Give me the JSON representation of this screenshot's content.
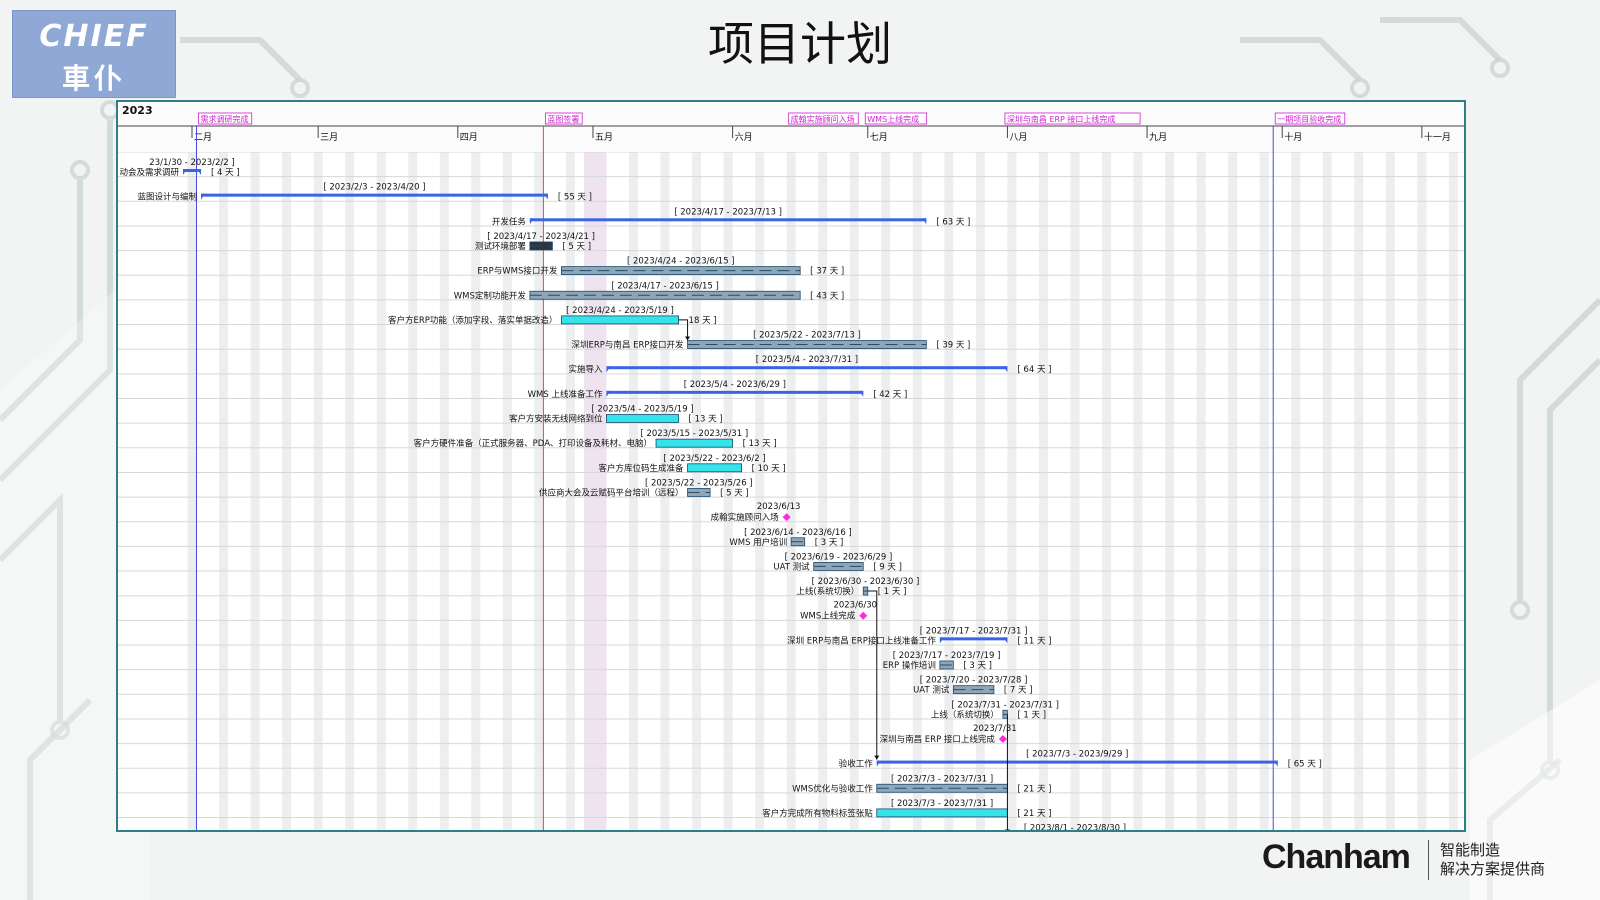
{
  "slide": {
    "title": "项目计划"
  },
  "logo": {
    "top_text": "CHIEF",
    "bottom_text": "車仆"
  },
  "brand": {
    "name": "Chanham",
    "tagline1": "智能制造",
    "tagline2": "解决方案提供商"
  },
  "colors": {
    "frame": "#2f7f86",
    "blue": "#3a64e8",
    "gray": "#8fa5b8",
    "cyan": "#35e3e8",
    "milestone": "#ff2bd6",
    "today": "#e84646",
    "label": "#d01fd0"
  },
  "gantt": {
    "year": "2023",
    "months": [
      "二月",
      "三月",
      "四月",
      "五月",
      "六月",
      "七月",
      "八月",
      "九月",
      "十月",
      "十一月"
    ],
    "milestone_labels": [
      "需求调研完成",
      "蓝图签署",
      "成翰实施顾问入场",
      "WMS上线完成",
      "深圳与南昌 ERP 接口上线完成",
      "一期项目验收完成"
    ],
    "tasks": [
      {
        "name": "动会及需求调研",
        "range": "23/1/30 - 2023/2/2 ]",
        "start": "2023-01-30",
        "end": "2023-02-02",
        "dur": "[ 4 天 ]",
        "type": "summary"
      },
      {
        "name": "蓝图设计与编制",
        "range": "[ 2023/2/3 - 2023/4/20 ]",
        "start": "2023-02-03",
        "end": "2023-04-20",
        "dur": "[ 55 天 ]",
        "type": "summary"
      },
      {
        "name": "开发任务",
        "range": "[ 2023/4/17 - 2023/7/13 ]",
        "start": "2023-04-17",
        "end": "2023-07-13",
        "dur": "[ 63 天 ]",
        "type": "summary"
      },
      {
        "name": "测试环境部署",
        "range": "[ 2023/4/17 - 2023/4/21 ]",
        "start": "2023-04-17",
        "end": "2023-04-21",
        "dur": "[ 5 天 ]",
        "type": "dark"
      },
      {
        "name": "ERP与WMS接口开发",
        "range": "[ 2023/4/24 - 2023/6/15 ]",
        "start": "2023-04-24",
        "end": "2023-06-15",
        "dur": "[ 37 天 ]",
        "type": "gray"
      },
      {
        "name": "WMS定制功能开发",
        "range": "[ 2023/4/17 - 2023/6/15 ]",
        "start": "2023-04-17",
        "end": "2023-06-15",
        "dur": "[ 43 天 ]",
        "type": "gray"
      },
      {
        "name": "客户方ERP功能（添加字段、落实单据改造）",
        "range": "[ 2023/4/24 - 2023/5/19 ]",
        "start": "2023-04-24",
        "end": "2023-05-19",
        "dur": "18 天 ]",
        "type": "cyan"
      },
      {
        "name": "深圳ERP与南昌 ERP接口开发",
        "range": "[ 2023/5/22 - 2023/7/13 ]",
        "start": "2023-05-22",
        "end": "2023-07-13",
        "dur": "[ 39 天 ]",
        "type": "gray"
      },
      {
        "name": "实施导入",
        "range": "[ 2023/5/4 - 2023/7/31 ]",
        "start": "2023-05-04",
        "end": "2023-07-31",
        "dur": "[ 64 天 ]",
        "type": "summary"
      },
      {
        "name": "WMS 上线准备工作",
        "range": "[ 2023/5/4 - 2023/6/29 ]",
        "start": "2023-05-04",
        "end": "2023-06-29",
        "dur": "[ 42 天 ]",
        "type": "summary"
      },
      {
        "name": "客户方安装无线网络到位",
        "range": "[ 2023/5/4 - 2023/5/19 ]",
        "start": "2023-05-04",
        "end": "2023-05-19",
        "dur": "[ 13 天 ]",
        "type": "cyan"
      },
      {
        "name": "客户方硬件准备（正式服务器、PDA、打印设备及耗材、电脑）",
        "range": "[ 2023/5/15 - 2023/5/31 ]",
        "start": "2023-05-15",
        "end": "2023-05-31",
        "dur": "[ 13 天 ]",
        "type": "cyan"
      },
      {
        "name": "客户方库位码生成准备",
        "range": "[ 2023/5/22 - 2023/6/2 ]",
        "start": "2023-05-22",
        "end": "2023-06-02",
        "dur": "[ 10 天 ]",
        "type": "cyan"
      },
      {
        "name": "供应商大会及云赋码平台培训（远程）",
        "range": "[ 2023/5/22 - 2023/5/26 ]",
        "start": "2023-05-22",
        "end": "2023-05-26",
        "dur": "[ 5 天 ]",
        "type": "gray"
      },
      {
        "name": "成翰实施顾问入场",
        "range": "2023/6/13",
        "start": "2023-06-13",
        "end": "2023-06-13",
        "dur": "",
        "type": "milestone"
      },
      {
        "name": "WMS 用户培训",
        "range": "[ 2023/6/14 - 2023/6/16 ]",
        "start": "2023-06-14",
        "end": "2023-06-16",
        "dur": "[ 3 天 ]",
        "type": "gray"
      },
      {
        "name": "UAT 测试",
        "range": "[ 2023/6/19 - 2023/6/29 ]",
        "start": "2023-06-19",
        "end": "2023-06-29",
        "dur": "[ 9 天 ]",
        "type": "gray"
      },
      {
        "name": "上线(系统切换）",
        "range": "[ 2023/6/30 - 2023/6/30 ]",
        "start": "2023-06-30",
        "end": "2023-06-30",
        "dur": "[ 1 天 ]",
        "type": "gray"
      },
      {
        "name": "WMS上线完成",
        "range": "2023/6/30",
        "start": "2023-06-30",
        "end": "2023-06-30",
        "dur": "",
        "type": "milestone"
      },
      {
        "name": "深圳 ERP与南昌 ERP接口上线准备工作",
        "range": "[ 2023/7/17 - 2023/7/31 ]",
        "start": "2023-07-17",
        "end": "2023-07-31",
        "dur": "[ 11 天 ]",
        "type": "summary"
      },
      {
        "name": "ERP 操作培训",
        "range": "[ 2023/7/17 - 2023/7/19 ]",
        "start": "2023-07-17",
        "end": "2023-07-19",
        "dur": "[ 3 天 ]",
        "type": "gray"
      },
      {
        "name": "UAT 测试",
        "range": "[ 2023/7/20 - 2023/7/28 ]",
        "start": "2023-07-20",
        "end": "2023-07-28",
        "dur": "[ 7 天 ]",
        "type": "gray"
      },
      {
        "name": "上线（系统切换）",
        "range": "[ 2023/7/31 - 2023/7/31 ]",
        "start": "2023-07-31",
        "end": "2023-07-31",
        "dur": "[ 1 天 ]",
        "type": "gray"
      },
      {
        "name": "深圳与南昌 ERP 接口上线完成",
        "range": "2023/7/31",
        "start": "2023-07-31",
        "end": "2023-07-31",
        "dur": "",
        "type": "milestone"
      },
      {
        "name": "验收工作",
        "range": "[ 2023/7/3 - 2023/9/29 ]",
        "start": "2023-07-03",
        "end": "2023-09-29",
        "dur": "[ 65 天 ]",
        "type": "summary"
      },
      {
        "name": "WMS优化与验收工作",
        "range": "[ 2023/7/3 - 2023/7/31 ]",
        "start": "2023-07-03",
        "end": "2023-07-31",
        "dur": "[ 21 天 ]",
        "type": "gray"
      },
      {
        "name": "客户方完成所有物料标签张贴",
        "range": "[ 2023/7/3 - 2023/7/31 ]",
        "start": "2023-07-03",
        "end": "2023-07-31",
        "dur": "[ 21 天 ]",
        "type": "cyan"
      },
      {
        "name": "",
        "range": "[ 2023/8/1 - 2023/8/30 ]",
        "start": "2023-08-01",
        "end": "2023-08-30",
        "dur": "",
        "type": "none"
      }
    ]
  }
}
